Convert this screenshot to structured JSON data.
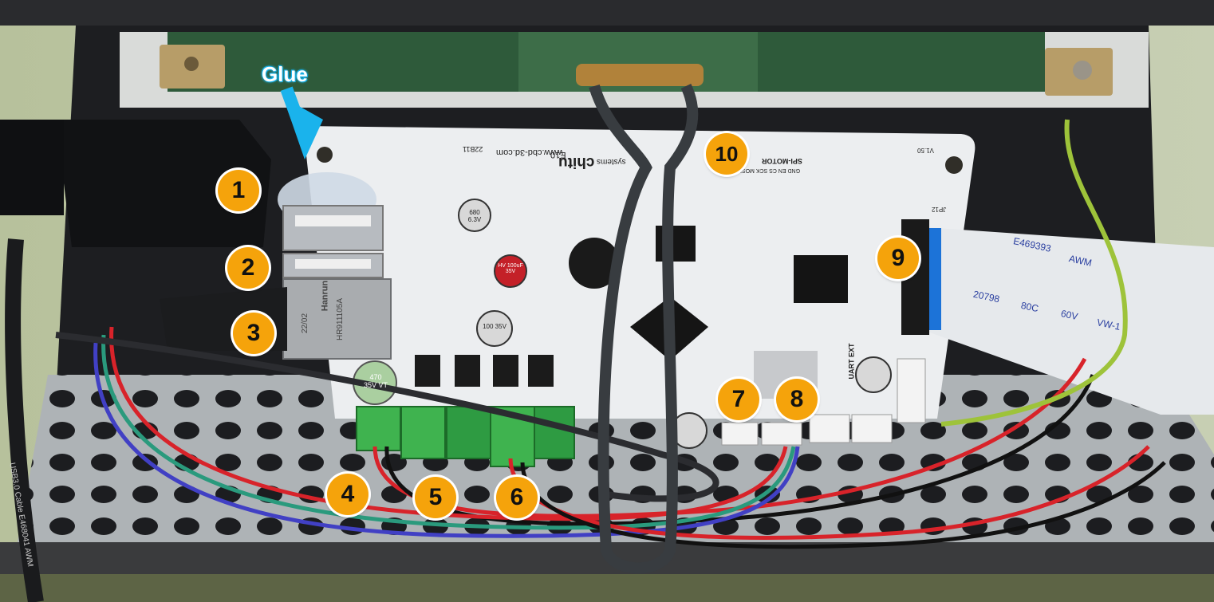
{
  "photo": {
    "annotation_color": "#f5a30b",
    "glue_arrow_color": "#1ab3ec",
    "glue_label": "Glue",
    "callouts": [
      "1",
      "2",
      "3",
      "4",
      "5",
      "6",
      "7",
      "8",
      "9",
      "10"
    ],
    "board_silkscreen": {
      "brand": "chitu",
      "brand_sub": "systems",
      "model": "E10",
      "website": "www.cbd-3d.com",
      "date_code": "22B11",
      "header_label": "SPI-MOTOR",
      "header_pins": "GND EN CS SCK MOSI",
      "uart_label": "UART EXT",
      "fpc_label": "JP12",
      "version": "V1.50"
    },
    "ethernet_jack": {
      "brand": "Hanrun",
      "part": "HR911105A",
      "code": "22/02"
    },
    "capacitor_labels": [
      "470 35V VT",
      "100 35V",
      "HV 100uF 35V",
      "680 6.3V"
    ],
    "ribbon_print": [
      "E469393",
      "AWM",
      "20798",
      "80C",
      "60V",
      "VW-1"
    ],
    "usb_cable_print": "USB3.0 Cable E468041 AWM"
  }
}
